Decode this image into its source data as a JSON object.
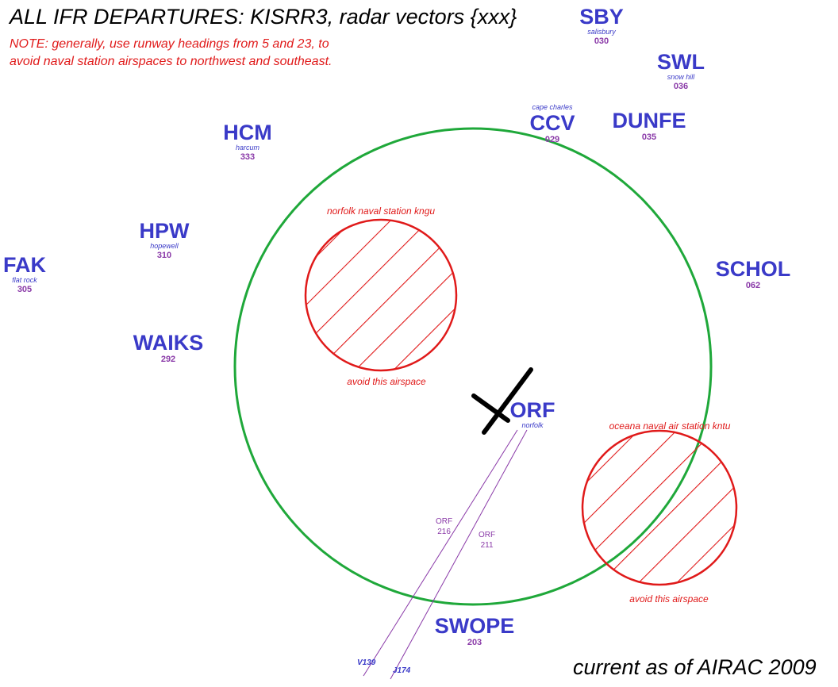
{
  "title": "ALL IFR DEPARTURES: KISRR3, radar vectors {xxx}",
  "note": {
    "line1": "NOTE: generally, use runway headings from 5 and 23, to",
    "line2": "avoid naval station airspaces to northwest and southeast."
  },
  "footer": "current as of AIRAC 2009",
  "fixes": {
    "sby": {
      "id": "SBY",
      "name": "salisbury",
      "heading": "030"
    },
    "swl": {
      "id": "SWL",
      "name": "snow hill",
      "heading": "036"
    },
    "ccv": {
      "id": "CCV",
      "name": "cape charles",
      "heading": "029"
    },
    "dunfe": {
      "id": "DUNFE",
      "heading": "035"
    },
    "hcm": {
      "id": "HCM",
      "name": "harcum",
      "heading": "333"
    },
    "hpw": {
      "id": "HPW",
      "name": "hopewell",
      "heading": "310"
    },
    "fak": {
      "id": "FAK",
      "name": "flat rock",
      "heading": "305"
    },
    "waiks": {
      "id": "WAIKS",
      "heading": "292"
    },
    "schol": {
      "id": "SCHOL",
      "heading": "062"
    },
    "orf": {
      "id": "ORF",
      "name": "norfolk"
    },
    "swope": {
      "id": "SWOPE",
      "heading": "203"
    }
  },
  "airspaces": {
    "kngu": {
      "label": "norfolk naval station kngu",
      "avoid": "avoid this airspace"
    },
    "kntu": {
      "label": "oceana naval air station kntu",
      "avoid": "avoid this airspace"
    }
  },
  "radials": {
    "r216": {
      "station": "ORF",
      "radial": "216",
      "airway": "V139"
    },
    "r211": {
      "station": "ORF",
      "radial": "211",
      "airway": "J174"
    }
  },
  "colors": {
    "fix": "#3a3ac8",
    "heading": "#8a3aa8",
    "airspace": "#e01a1a",
    "boundary": "#1fa83a",
    "airport": "#000000"
  }
}
